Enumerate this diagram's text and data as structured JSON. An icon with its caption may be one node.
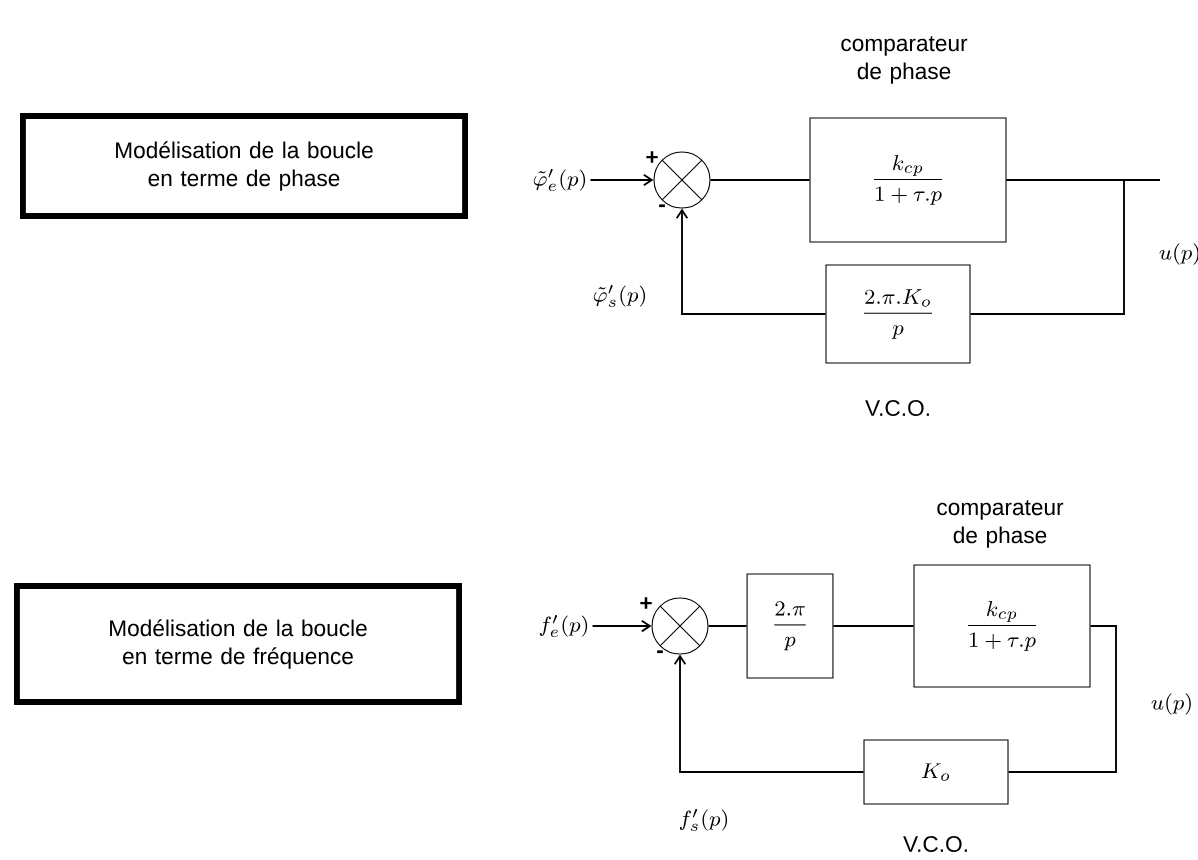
{
  "diagram": {
    "nodes": [
      {
        "text": [
          "Modélisation de la boucle en terme de phase"
        ]
      },
      {
        "text": [
          "\\tilde{\\varphi}'_{e}(p)"
        ]
      },
      {
        "text": [],
        "shape": "circle",
        "beside": [
          "+",
          "-"
        ]
      },
      {
        "text": [
          "comparateur de phase",
          "\\frac{k_{cp}}{1+\\tau.p}"
        ]
      },
      {
        "text": [
          "\\frac{2.\\pi.K_{o}}{p}",
          "V.C.O."
        ]
      },
      {
        "text": [
          "Modélisation de la boucle en terme de fréquence"
        ]
      },
      {
        "text": [
          "f'_{e}(p)"
        ]
      },
      {
        "text": [],
        "shape": "circle",
        "beside": [
          "+",
          "-"
        ]
      },
      {
        "text": [
          "\\frac{2.\\pi}{p}"
        ]
      },
      {
        "text": [
          "comparateur de phase",
          "\\frac{k_{cp}}{1+\\tau.p}"
        ]
      },
      {
        "text": [
          "K_{o}",
          "V.C.O."
        ]
      }
    ],
    "edges": [
      {
        "from": 1,
        "to": 2,
        "arrow": "to"
      },
      {
        "from": 2,
        "to": 3,
        "arrow": "none"
      },
      {
        "from": 3,
        "to": 4,
        "arrow": "none"
      },
      {
        "from": 4,
        "to": 2,
        "arrow": "to"
      },
      {
        "from": 3,
        "to": null,
        "arrow": "none"
      },
      {
        "from": 6,
        "to": 7,
        "arrow": "to"
      },
      {
        "from": 7,
        "to": 8,
        "arrow": "none"
      },
      {
        "from": 8,
        "to": 9,
        "arrow": "none"
      },
      {
        "from": 9,
        "to": 10,
        "arrow": "none"
      },
      {
        "from": 10,
        "to": 7,
        "arrow": "to"
      }
    ],
    "labels": [
      "\\tilde{\\varphi}'_{s}(p)",
      "u(p)",
      "f'_{s}(p)",
      "u(p)"
    ]
  }
}
